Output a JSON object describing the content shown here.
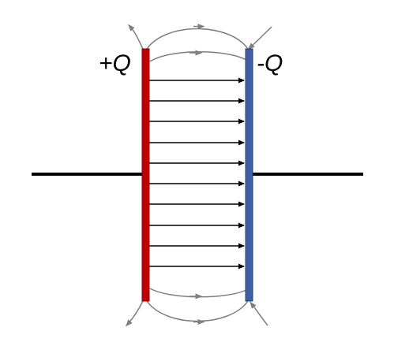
{
  "diagram": {
    "positive_plate_label": "+Q",
    "negative_plate_label": "-Q",
    "internal_field_line_count": 10,
    "colors": {
      "positive_plate": "#c00000",
      "positive_plate_stroke": "#8b0000",
      "negative_plate": "#3f5fa0",
      "negative_plate_stroke": "#2a4070",
      "wire": "#000000",
      "internal_field": "#000000",
      "fringe_field": "#7f7f7f"
    }
  }
}
